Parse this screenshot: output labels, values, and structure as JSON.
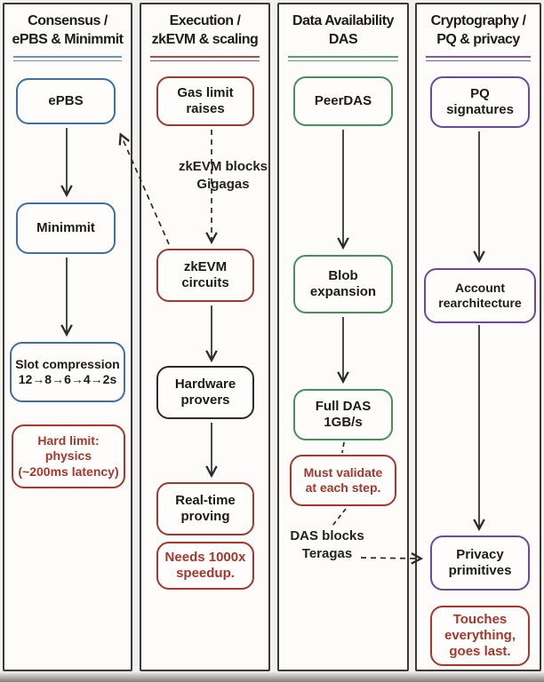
{
  "diagram": {
    "columns": [
      {
        "id": "consensus",
        "underline": "#6f95b5",
        "title_lines": [
          "Consensus /",
          "ePBS & Minimmit"
        ],
        "nodes": {
          "epbs": {
            "accent": "#3f6fa3",
            "lines": [
              "ePBS"
            ]
          },
          "minimmit": {
            "accent": "#3f6fa3",
            "lines": [
              "Minimmit"
            ]
          },
          "slot_compression": {
            "accent": "#3f6fa3",
            "lines": [
              "Slot compression",
              "12→8→6→4→2s"
            ]
          },
          "hard_limit_note": {
            "accent": "#a5372c",
            "lines": [
              "Hard limit:",
              "physics",
              "(~200ms latency)"
            ]
          }
        }
      },
      {
        "id": "execution",
        "underline": "#a0524a",
        "title_lines": [
          "Execution /",
          "zkEVM & scaling"
        ],
        "nodes": {
          "gas_limit": {
            "accent": "#9c3b32",
            "lines": [
              "Gas limit",
              "raises"
            ]
          },
          "zkevm_circuits": {
            "accent": "#9c3b32",
            "lines": [
              "zkEVM",
              "circuits"
            ]
          },
          "hardware_provers": {
            "accent": "#2b2b2b",
            "lines": [
              "Hardware",
              "provers"
            ]
          },
          "realtime_proving": {
            "accent": "#9c3b32",
            "lines": [
              "Real-time",
              "proving"
            ]
          },
          "speedup_note": {
            "accent": "#a5372c",
            "lines": [
              "Needs 1000x",
              "speedup."
            ]
          }
        }
      },
      {
        "id": "data-availability",
        "underline": "#57a173",
        "title_lines": [
          "Data Availability",
          "DAS"
        ],
        "nodes": {
          "peerdas": {
            "accent": "#47905e",
            "lines": [
              "PeerDAS"
            ]
          },
          "blob_expansion": {
            "accent": "#47905e",
            "lines": [
              "Blob",
              "expansion"
            ]
          },
          "full_das": {
            "accent": "#47905e",
            "lines": [
              "Full DAS",
              "1GB/s"
            ]
          },
          "validate_note": {
            "accent": "#a5372c",
            "lines": [
              "Must validate",
              "at each step."
            ]
          }
        }
      },
      {
        "id": "cryptography",
        "underline": "#7e5aae",
        "title_lines": [
          "Cryptography /",
          "PQ & privacy"
        ],
        "nodes": {
          "pq_signatures": {
            "accent": "#6b4a9e",
            "lines": [
              "PQ",
              "signatures"
            ]
          },
          "account_rearchitecture": {
            "accent": "#6b4a9e",
            "lines": [
              "Account",
              "rearchitecture"
            ]
          },
          "privacy_primitives": {
            "accent": "#6b4a9e",
            "lines": [
              "Privacy",
              "primitives"
            ]
          },
          "touches_note": {
            "accent": "#a5372c",
            "lines": [
              "Touches",
              "everything,",
              "goes last."
            ]
          }
        }
      }
    ],
    "edge_labels": {
      "zkevm_blocks": {
        "lines": [
          "zkEVM blocks",
          "Gigagas"
        ]
      },
      "das_blocks": {
        "lines": [
          "DAS blocks",
          "Teragas"
        ]
      }
    },
    "edges": [
      {
        "from": "ePBS",
        "to": "Minimmit",
        "style": "solid"
      },
      {
        "from": "Minimmit",
        "to": "Slot compression",
        "style": "solid"
      },
      {
        "from": "Gas limit raises",
        "to": "zkEVM circuits",
        "style": "dashed",
        "label": "zkEVM blocks Gigagas"
      },
      {
        "from": "zkEVM circuits",
        "to": "ePBS",
        "style": "dashed"
      },
      {
        "from": "zkEVM circuits",
        "to": "Hardware provers",
        "style": "solid"
      },
      {
        "from": "Hardware provers",
        "to": "Real-time proving",
        "style": "solid"
      },
      {
        "from": "PeerDAS",
        "to": "Blob expansion",
        "style": "solid"
      },
      {
        "from": "Blob expansion",
        "to": "Full DAS",
        "style": "solid"
      },
      {
        "from": "Full DAS",
        "to": "Must validate at each step.",
        "style": "dashed"
      },
      {
        "from": "Must validate at each step.",
        "to": "Privacy primitives",
        "style": "dashed",
        "label": "DAS blocks Teragas"
      },
      {
        "from": "PQ signatures",
        "to": "Account rearchitecture",
        "style": "solid"
      },
      {
        "from": "Account rearchitecture",
        "to": "Privacy primitives",
        "style": "solid"
      }
    ],
    "colors": {
      "consensus_accent": "#3f6fa3",
      "execution_accent": "#9c3b32",
      "data_availability_accent": "#47905e",
      "cryptography_accent": "#6b4a9e",
      "note_accent": "#a5372c",
      "arrow": "#2b2b2b",
      "panel_border": "#3a3a3a",
      "background": "#f3f1ee"
    }
  }
}
